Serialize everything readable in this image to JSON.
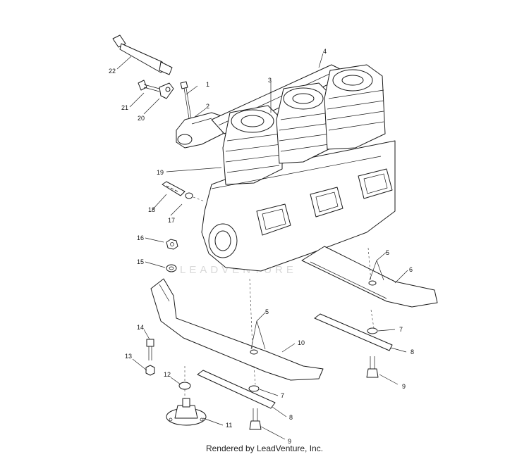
{
  "diagram": {
    "callouts": [
      {
        "id": "1",
        "label": "1"
      },
      {
        "id": "2",
        "label": "2"
      },
      {
        "id": "3",
        "label": "3"
      },
      {
        "id": "4",
        "label": "4"
      },
      {
        "id": "5a",
        "label": "5"
      },
      {
        "id": "5b",
        "label": "5"
      },
      {
        "id": "6",
        "label": "6"
      },
      {
        "id": "7a",
        "label": "7"
      },
      {
        "id": "7b",
        "label": "7"
      },
      {
        "id": "8a",
        "label": "8"
      },
      {
        "id": "8b",
        "label": "8"
      },
      {
        "id": "9a",
        "label": "9"
      },
      {
        "id": "9b",
        "label": "9"
      },
      {
        "id": "10",
        "label": "10"
      },
      {
        "id": "11",
        "label": "11"
      },
      {
        "id": "12",
        "label": "12"
      },
      {
        "id": "13",
        "label": "13"
      },
      {
        "id": "14",
        "label": "14"
      },
      {
        "id": "15",
        "label": "15"
      },
      {
        "id": "16",
        "label": "16"
      },
      {
        "id": "17",
        "label": "17"
      },
      {
        "id": "18",
        "label": "18"
      },
      {
        "id": "19",
        "label": "19"
      },
      {
        "id": "20",
        "label": "20"
      },
      {
        "id": "21",
        "label": "21"
      },
      {
        "id": "22",
        "label": "22"
      }
    ],
    "watermark": "LEADVENTURE"
  },
  "footer": {
    "credit": "Rendered by LeadVenture, Inc."
  }
}
